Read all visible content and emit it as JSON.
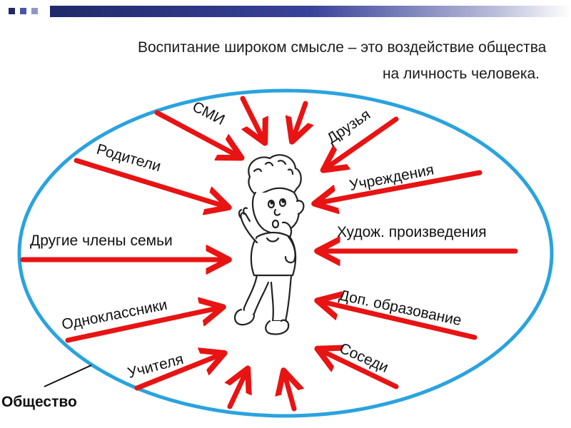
{
  "slide": {
    "title_line1": "Воспитание широком смысле – это воздействие общества",
    "title_line2": "на личность человека."
  },
  "diagram": {
    "outer_label": "Общество",
    "center_icon": "child-figure",
    "labels": {
      "smi": "СМИ",
      "friends": "Друзья",
      "parents": "Родители",
      "institutions": "Учреждения",
      "family": "Другие члены семьи",
      "art": "Худож. произведения",
      "classmates": "Одноклассники",
      "extra_education": "Доп. образование",
      "teachers": "Учителя",
      "neighbors": "Соседи"
    }
  },
  "colors": {
    "arrow": "#e81313",
    "ellipse": "#2aa3de",
    "bar": "#1f2a6a"
  }
}
